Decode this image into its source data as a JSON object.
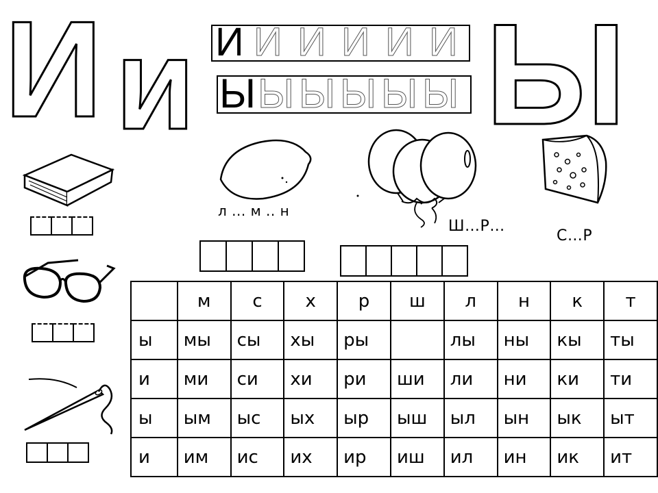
{
  "header": {
    "letter_i_upper": "И",
    "letter_i_lower": "и",
    "letter_y": "Ы",
    "trace_strip_i": "И",
    "trace_strip_y": "Ы"
  },
  "pictures": {
    "book": {
      "icon": "book-icon",
      "boxes": 3
    },
    "glasses": {
      "icon": "glasses-icon",
      "boxes": 3
    },
    "needle": {
      "icon": "needle-icon",
      "boxes": 3
    },
    "lemon": {
      "icon": "lemon-icon",
      "hint": "л ... м .. н",
      "boxes": 4
    },
    "balloons": {
      "icon": "balloons-icon",
      "hint": "Ш…Р…",
      "boxes": 5
    },
    "cheese": {
      "icon": "cheese-icon",
      "hint": "С…Р"
    }
  },
  "syllable_table": {
    "header": [
      "",
      "м",
      "с",
      "х",
      "р",
      "ш",
      "л",
      "н",
      "к",
      "т"
    ],
    "rows": [
      [
        "ы",
        "мы",
        "сы",
        "хы",
        "ры",
        "",
        "лы",
        "ны",
        "кы",
        "ты"
      ],
      [
        "и",
        "ми",
        "си",
        "хи",
        "ри",
        "ши",
        "ли",
        "ни",
        "ки",
        "ти"
      ],
      [
        "ы",
        "ым",
        "ыс",
        "ых",
        "ыр",
        "ыш",
        "ыл",
        "ын",
        "ык",
        "ыт"
      ],
      [
        "и",
        "им",
        "ис",
        "их",
        "ир",
        "иш",
        "ил",
        "ин",
        "ик",
        "ит"
      ]
    ]
  }
}
